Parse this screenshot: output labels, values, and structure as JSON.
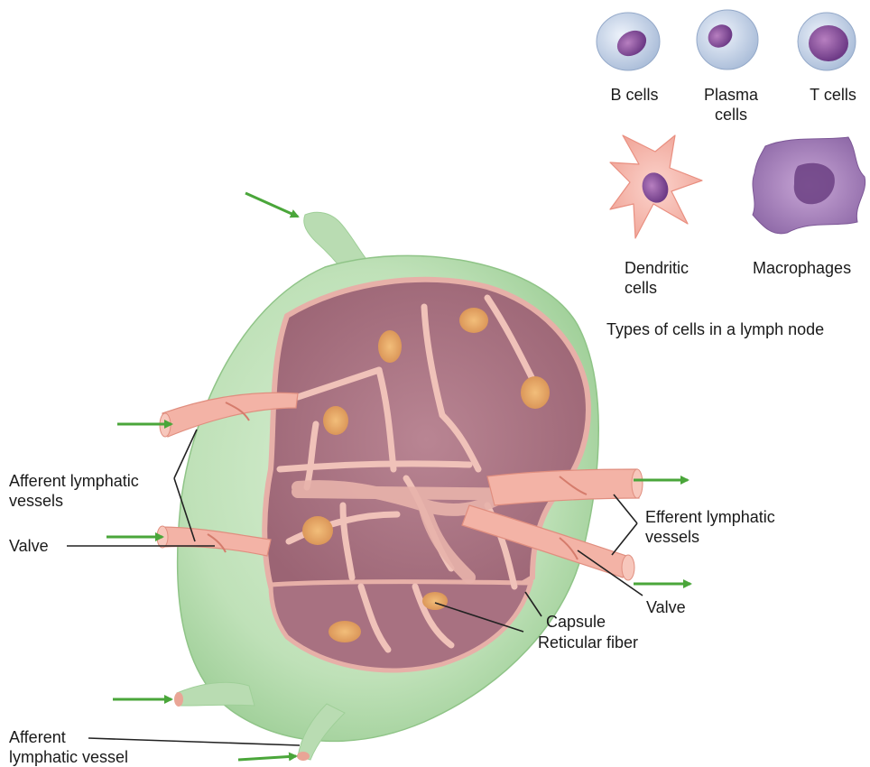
{
  "cell_types": {
    "b_cells": "B cells",
    "plasma_cells_line1": "Plasma",
    "plasma_cells_line2": "cells",
    "t_cells": "T cells",
    "dendritic_cells_line1": "Dendritic",
    "dendritic_cells_line2": "cells",
    "macrophages": "Macrophages",
    "caption": "Types of cells in a lymph node"
  },
  "labels": {
    "afferent_vessels_line1": "Afferent lymphatic",
    "afferent_vessels_line2": "vessels",
    "valve_left": "Valve",
    "efferent_vessels_line1": "Efferent lymphatic",
    "efferent_vessels_line2": "vessels",
    "valve_right": "Valve",
    "capsule": "Capsule",
    "reticular_fiber": "Reticular fiber",
    "afferent_vessel_line1": "Afferent",
    "afferent_vessel_line2": "lymphatic vessel"
  },
  "colors": {
    "node_green": "#c3e3bd",
    "node_green_dark": "#9fcf98",
    "vessel_pink": "#f3b3a6",
    "cortex_purple": "#a8707f",
    "medulla_pink": "#e8b3ab",
    "follicle_orange": "#e8a866",
    "arrow_green": "#4aa63a",
    "leader_line": "#222222"
  }
}
